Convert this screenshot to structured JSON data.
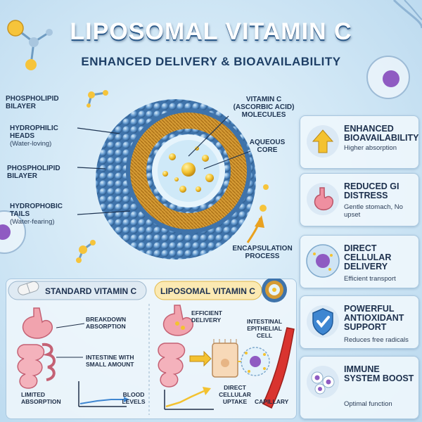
{
  "header": {
    "title": "LIPOSOMAL VITAMIN C",
    "subtitle": "ENHANCED DELIVERY & BIOAVAILABILITY"
  },
  "diagram_labels": {
    "phospholipid_bilayer_top": "PHOSPHOLIPID BILAYER",
    "hydrophilic_heads": "HYDROPHILIC HEADS",
    "hydrophilic_note": "(Water-loving)",
    "phospholipid_bilayer_mid": "PHOSPHOLIPID BILAYER",
    "hydrophobic_tails": "HYDROPHOBIC TAILS",
    "hydrophobic_note": "(Water-fearing)",
    "vitamin_c": "VITAMIN C",
    "vitamin_c_sub": "(ASCORBIC ACID) MOLECULES",
    "aqueous_core": "AQUEOUS CORE",
    "encapsulation": "ENCAPSULATION PROCESS"
  },
  "benefits": [
    {
      "title": "ENHANCED BIOAVAILABILITY",
      "desc": "Higher absorption",
      "icon": "up-arrow-icon"
    },
    {
      "title": "REDUCED GI DISTRESS",
      "desc": "Gentle stomach, No upset",
      "icon": "stomach-icon"
    },
    {
      "title": "DIRECT CELLULAR DELIVERY",
      "desc": "Efficient transport",
      "icon": "cell-icon"
    },
    {
      "title": "POWERFUL ANTIOXIDANT SUPPORT",
      "desc": "Reduces free radicals",
      "icon": "shield-check-icon"
    },
    {
      "title": "IMMUNE SYSTEM BOOST",
      "desc": "Optimal function",
      "icon": "immune-cells-icon"
    }
  ],
  "comparison": {
    "standard_title": "STANDARD VITAMIN C",
    "liposomal_title": "LIPOSOMAL VITAMIN C",
    "breakdown": "BREAKDOWN ABSORPTION",
    "intestine_small": "INTESTINE WITH SMALL AMOUNT",
    "limited": "LIMITED ABSORPTION",
    "blood_levels": "BLOOD LEVELS",
    "efficient": "EFFICIENT DELIVERY",
    "epithelial": "INTESTINAL EPITHELIAL CELL",
    "direct_uptake": "DIRECT CELLULAR UPTAKE",
    "capillary": "CAPILLARY"
  }
}
